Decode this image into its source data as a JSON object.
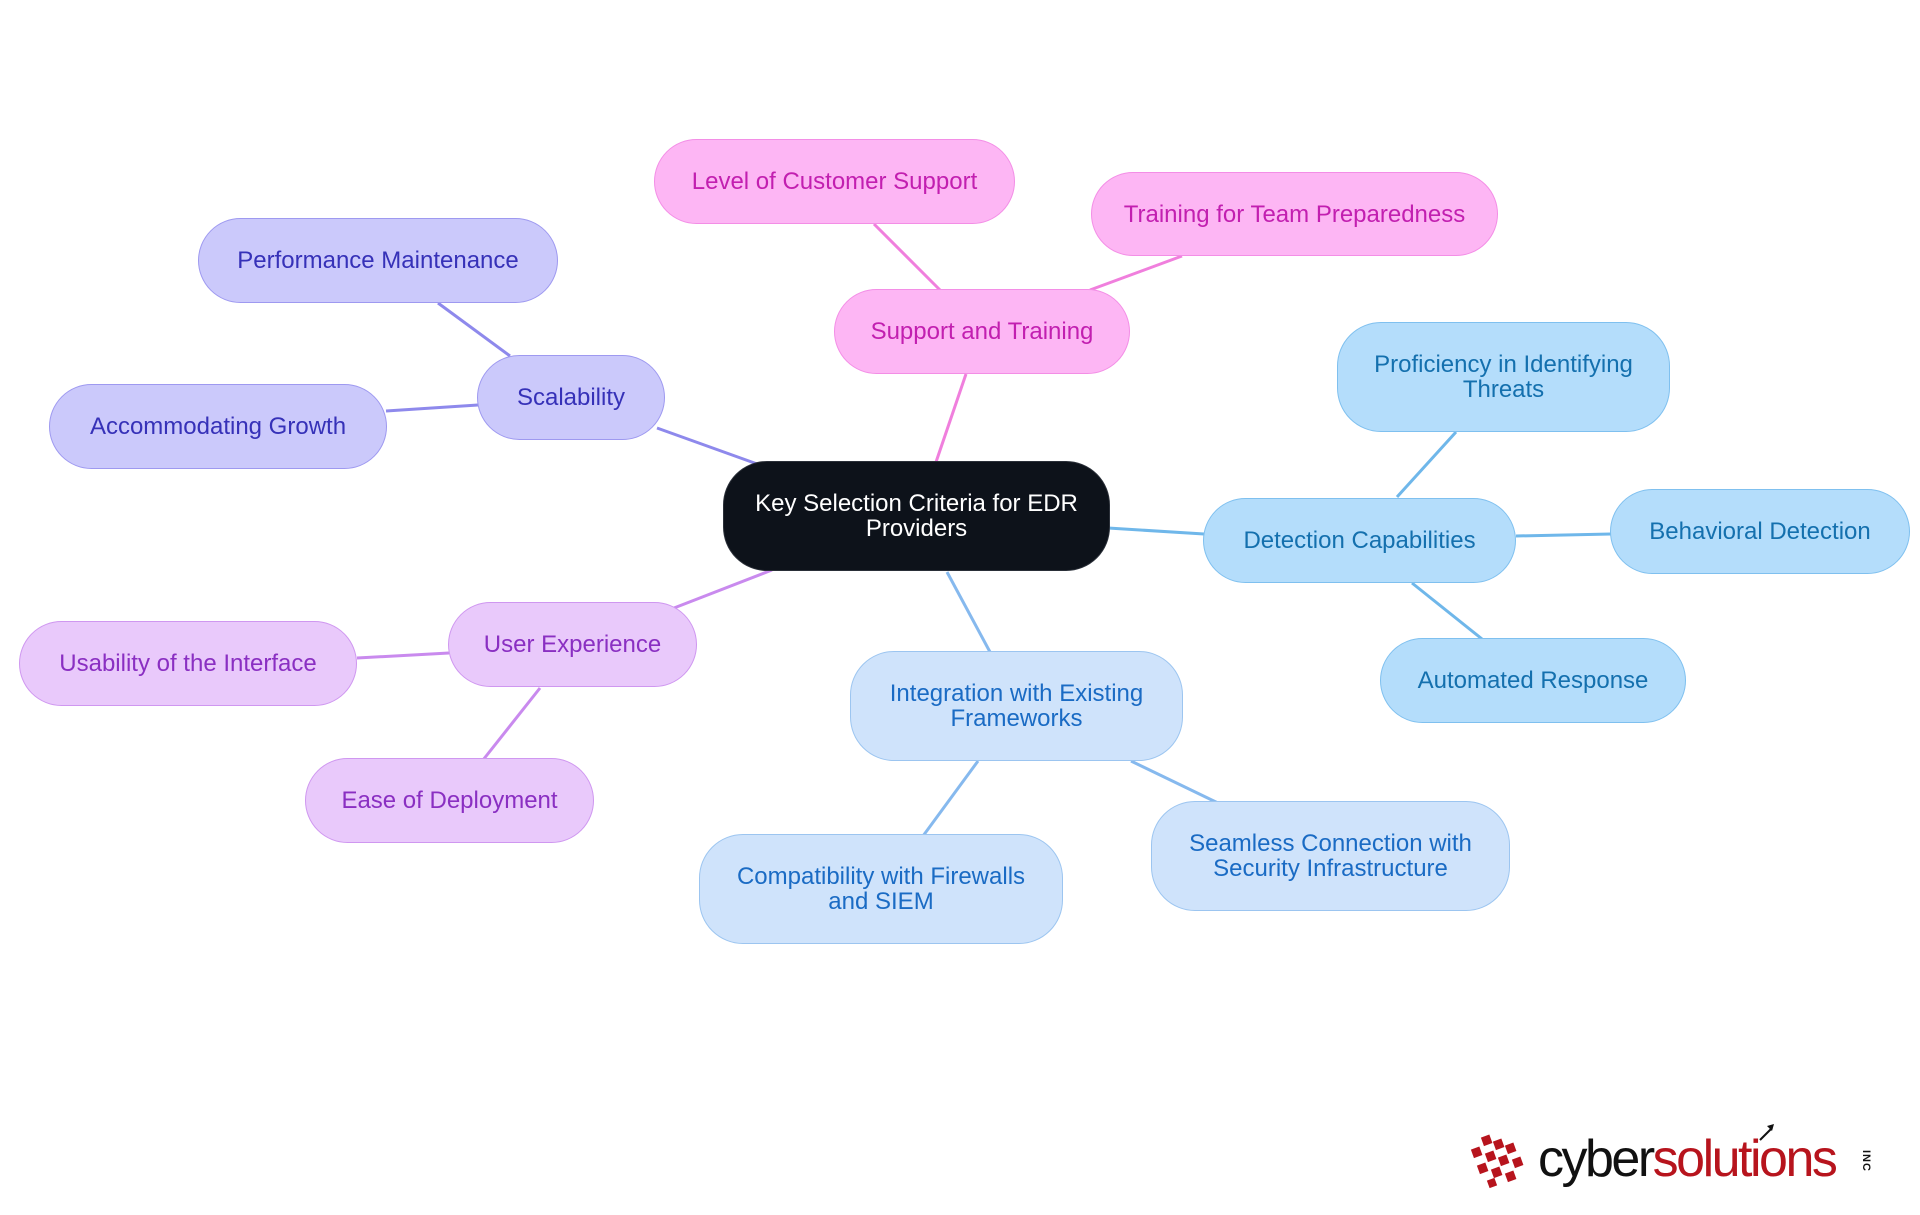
{
  "root": "Key Selection Criteria for EDR Providers",
  "branches": {
    "support": {
      "label": "Support and Training",
      "children": [
        "Level of Customer Support",
        "Training for Team Preparedness"
      ],
      "color": "#fdb6f4"
    },
    "scalability": {
      "label": "Scalability",
      "children": [
        "Performance Maintenance",
        "Accommodating Growth"
      ],
      "color": "#cbc9fb"
    },
    "detection": {
      "label": "Detection Capabilities",
      "children": [
        "Proficiency in Identifying Threats",
        "Behavioral Detection",
        "Automated Response"
      ],
      "color": "#b4ddfb"
    },
    "integration": {
      "label": "Integration with Existing Frameworks",
      "children": [
        "Compatibility with Firewalls and SIEM",
        "Seamless Connection with Security Infrastructure"
      ],
      "color": "#cfe3fb"
    },
    "ux": {
      "label": "User Experience",
      "children": [
        "Usability of the Interface",
        "Ease of Deployment"
      ],
      "color": "#e9c9fb"
    }
  },
  "logo": {
    "part1": "cyber",
    "part2": "solutions",
    "suffix": "INC"
  }
}
